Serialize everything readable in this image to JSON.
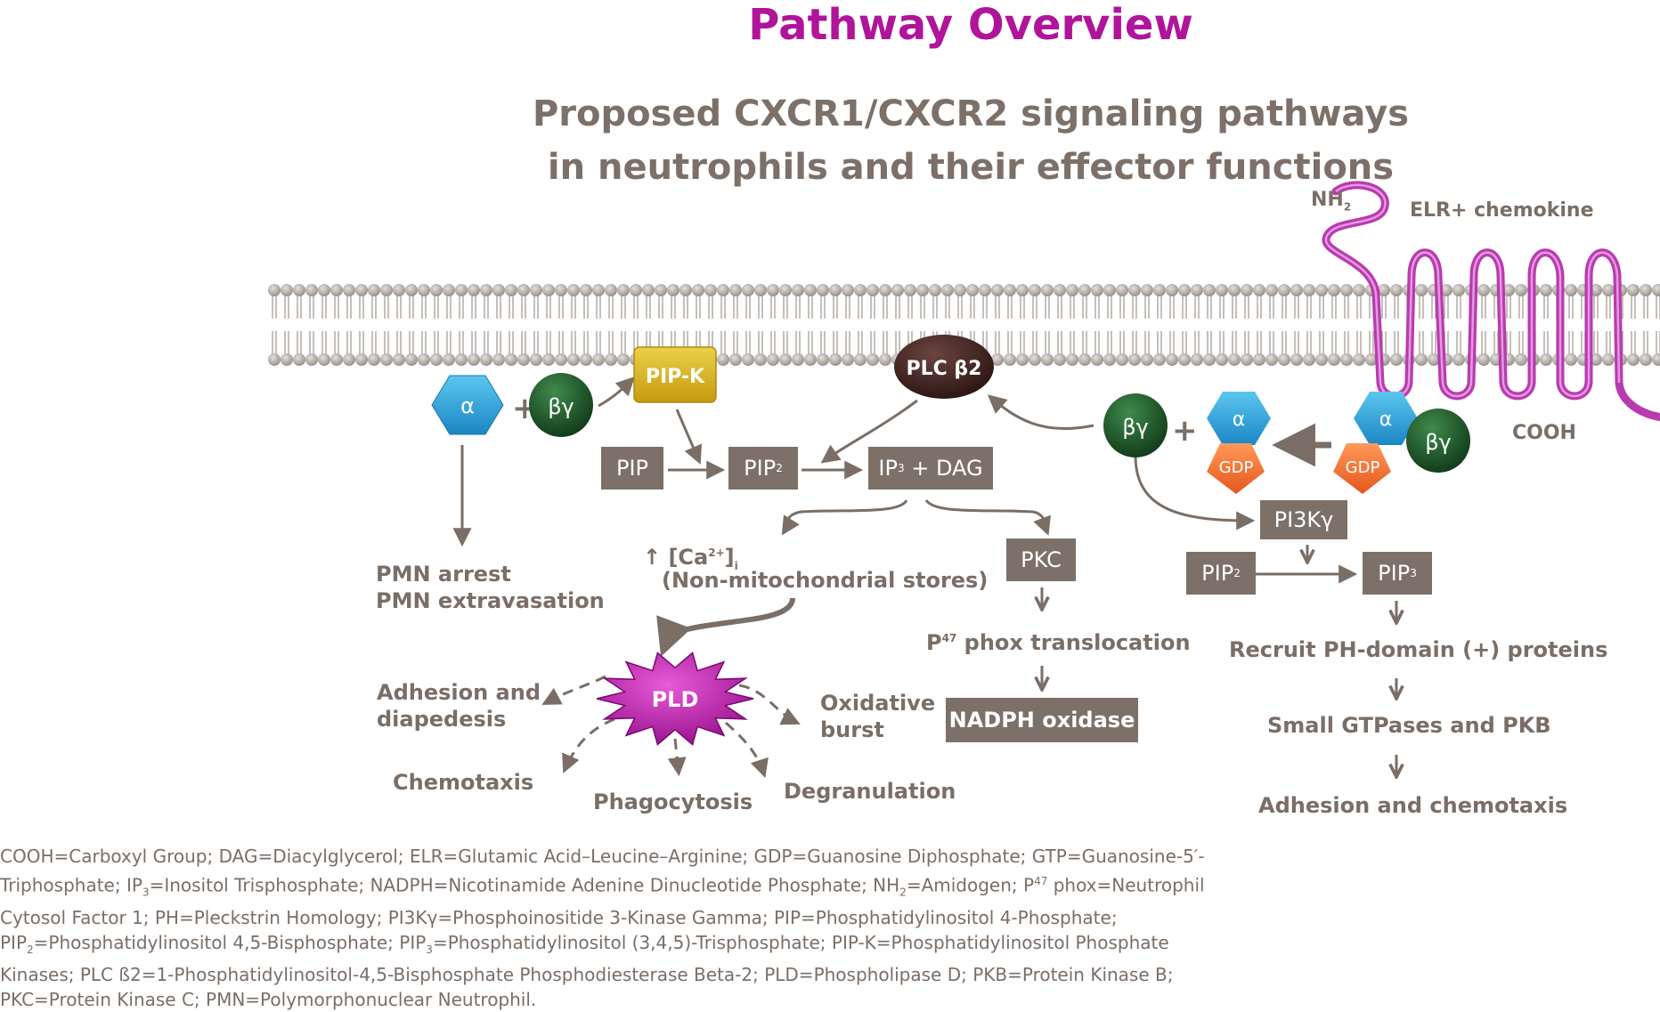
{
  "header": {
    "title": "Pathway Overview",
    "subtitle_line1": "Proposed CXCR1/CXCR2 signaling pathways",
    "subtitle_line2": "in neutrophils and their effector functions"
  },
  "receptor": {
    "nh2": "NH",
    "nh2_sub": "2",
    "chemokine": "ELR+ chemokine",
    "cooh": "COOH"
  },
  "proteins": {
    "alpha": "α",
    "beta_gamma": "βγ",
    "gdp": "GDP",
    "pip_k": "PIP-K",
    "plc": "PLC β2",
    "pld": "PLD",
    "plus": "+"
  },
  "boxes": {
    "pip": "PIP",
    "pip2": "PIP",
    "pip2_sub": "2",
    "ip3_dag_a": "IP",
    "ip3_sub": "3",
    "ip3_dag_b": " + DAG",
    "pkc": "PKC",
    "pi3k": "PI3Kγ",
    "pip2_right": "PIP",
    "pip2_right_sub": "2",
    "pip3": "PIP",
    "pip3_sub": "3",
    "nadph": "NADPH oxidase"
  },
  "labels": {
    "pmn_arrest": "PMN arrest",
    "pmn_extravasation": "PMN extravasation",
    "ca_a": "↑ [Ca",
    "ca_sup": "2+",
    "ca_b": "]",
    "ca_sub": "i",
    "ca_stores": "(Non-mitochondrial stores)",
    "p47_sup": "47",
    "p47_a": "P",
    "p47_b": " phox translocation",
    "adhesion_diapedesis_1": "Adhesion and",
    "adhesion_diapedesis_2": "diapedesis",
    "oxidative_1": "Oxidative",
    "oxidative_2": "burst",
    "chemotaxis": "Chemotaxis",
    "phagocytosis": "Phagocytosis",
    "degranulation": "Degranulation",
    "recruit": "Recruit PH-domain (+) proteins",
    "small_gtpases": "Small GTPases and PKB",
    "adhesion_chemotaxis": "Adhesion and chemotaxis"
  },
  "footnote": {
    "l1": "COOH=Carboxyl Group; DAG=Diacylglycerol; ELR=Glutamic Acid–Leucine–Arginine; GDP=Guanosine Diphosphate; GTP=Guanosine-5′-",
    "l2a": "Triphosphate; IP",
    "l2s1": "3",
    "l2b": "=Inositol Trisphosphate; NADPH=Nicotinamide Adenine Dinucleotide Phosphate; NH",
    "l2s2": "2",
    "l2c": "=Amidogen; P",
    "l2s3": "47",
    "l2d": " phox=Neutrophil",
    "l3": "Cytosol Factor 1; PH=Pleckstrin Homology; PI3Kγ=Phosphoinositide 3-Kinase Gamma; PIP=Phosphatidylinositol 4-Phosphate;",
    "l4a": "PIP",
    "l4s1": "2",
    "l4b": "=Phosphatidylinositol 4,5-Bisphosphate; PIP",
    "l4s2": "3",
    "l4c": "=Phosphatidylinositol (3,4,5)-Trisphosphate; PIP-K=Phosphatidylinositol Phosphate",
    "l5": "Kinases; PLC ß2=1-Phosphatidylinositol-4,5-Bisphosphate Phosphodiesterase Beta-2; PLD=Phospholipase D; PKB=Protein Kinase B;",
    "l6": "PKC=Protein Kinase C; PMN=Polymorphonuclear Neutrophil."
  },
  "colors": {
    "title": "#b0149a",
    "text": "#7a6e66",
    "box": "#7c7068",
    "alpha": "#29a6de",
    "beta_gamma": "#1d5e2a",
    "gdp": "#f26b21",
    "pip_k": "#d8b21a",
    "plc": "#4a2a26",
    "pld": "#b81aa8",
    "receptor": "#b93bb0"
  }
}
